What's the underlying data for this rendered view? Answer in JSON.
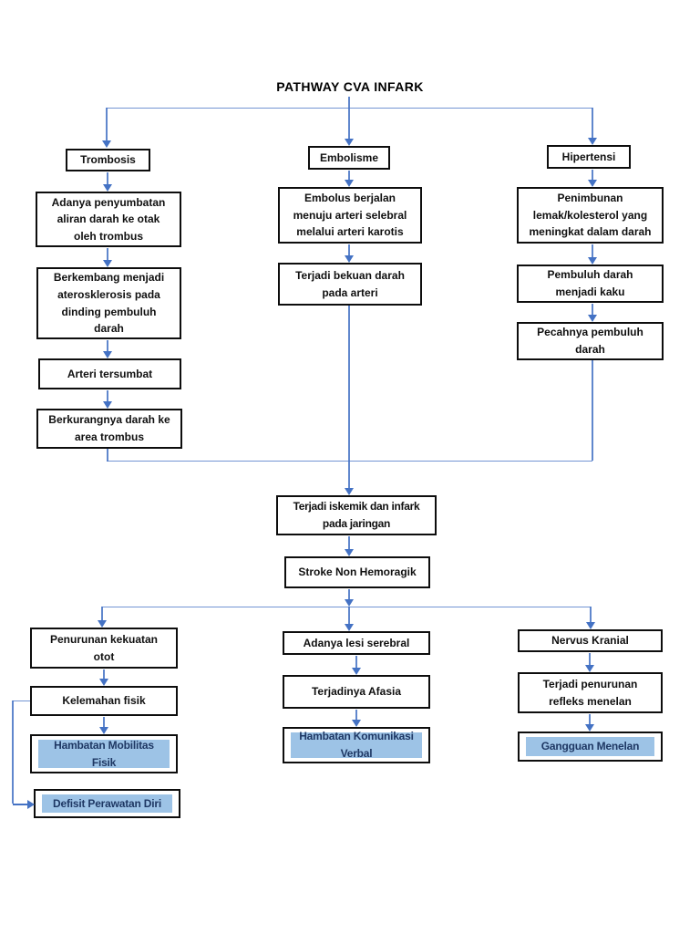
{
  "flowchart": {
    "title": "PATHWAY CVA INFARK",
    "trombosis": {
      "header": "Trombosis",
      "step1": "Adanya penyumbatan\naliran darah ke otak\noleh trombus",
      "step2": "Berkembang menjadi\naterosklerosis pada\ndinding pembuluh\ndarah",
      "step3": "Arteri tersumbat",
      "step4": "Berkurangnya darah ke\narea trombus"
    },
    "embolisme": {
      "header": "Embolisme",
      "step1": "Embolus berjalan\nmenuju arteri selebral\nmelalui arteri karotis",
      "step2": "Terjadi bekuan darah\npada arteri"
    },
    "hipertensi": {
      "header": "Hipertensi",
      "step1": "Penimbunan\nlemak/kolesterol yang\nmeningkat dalam darah",
      "step2": "Pembuluh darah\nmenjadi kaku",
      "step3": "Pecahnya pembuluh\ndarah"
    },
    "convergence": {
      "step1": "Terjadi iskemik dan infark\npada jaringan",
      "step2": "Stroke Non Hemoragik"
    },
    "motor_branch": {
      "step1": "Penurunan kekuatan\notot",
      "step2": "Kelemahan fisik",
      "diagnosis1": "Hambatan Mobilitas\nFisik",
      "diagnosis2": "Defisit Perawatan Diri"
    },
    "speech_branch": {
      "step1": "Adanya lesi serebral",
      "step2": "Terjadinya Afasia",
      "diagnosis": "Hambatan Komunikasi\nVerbal"
    },
    "swallow_branch": {
      "step1": "Nervus Kranial",
      "step2": "Terjadi penurunan\nrefleks menelan",
      "diagnosis": "Gangguan Menelan"
    }
  },
  "colors": {
    "highlight": "#9DC3E6",
    "connector": "#4472C4",
    "box_border": "#0d0d0d",
    "diagnosis_text": "#1F3864"
  }
}
